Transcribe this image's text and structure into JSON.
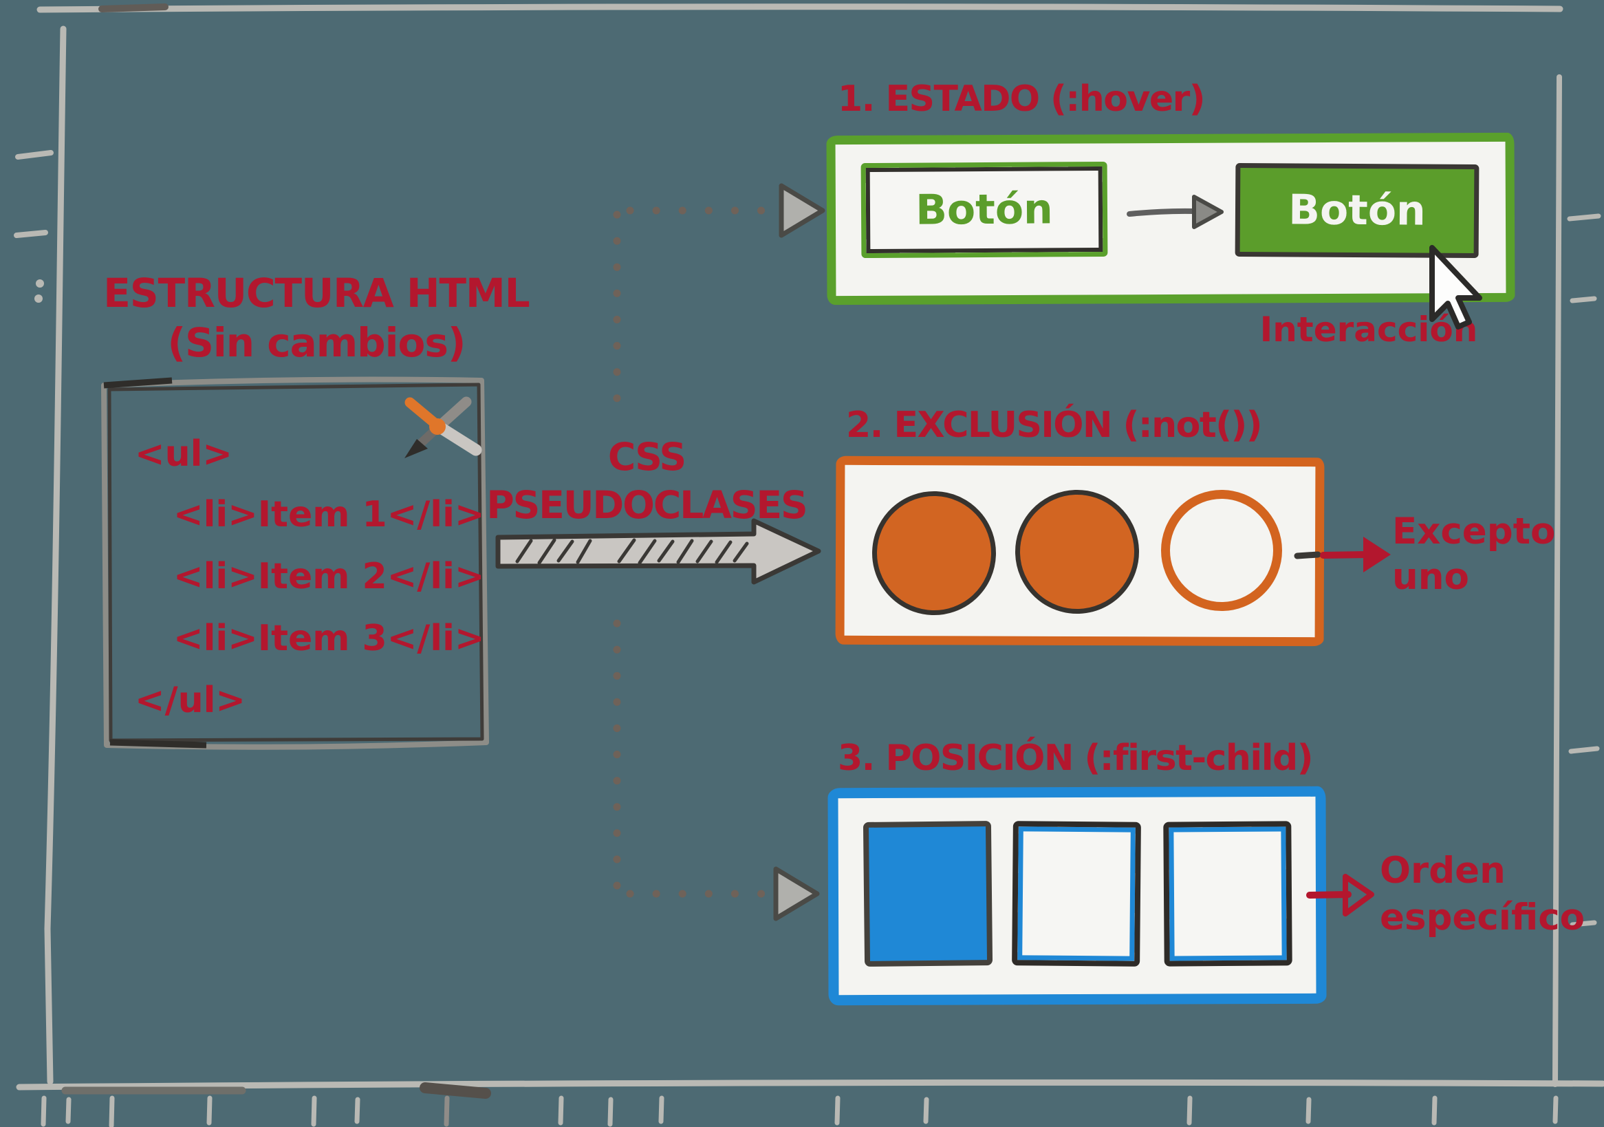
{
  "left_panel": {
    "title": "ESTRUCTURA HTML",
    "subtitle": "(Sin cambios)",
    "code_lines": [
      "<ul>",
      "<li>Item 1</li>",
      "<li>Item 2</li>",
      "<li>Item 3</li>",
      "</ul>"
    ]
  },
  "connector": {
    "label_line1": "CSS",
    "label_line2": "PSEUDOCLASES"
  },
  "sections": {
    "estado": {
      "title": "1. ESTADO (:hover)",
      "button_normal_label": "Botón",
      "button_hover_label": "Botón",
      "caption": "Interacción"
    },
    "exclusion": {
      "title": "2. EXCLUSIÓN (:not())",
      "caption_line1": "Excepto",
      "caption_line2": "uno"
    },
    "posicion": {
      "title": "3. POSICIÓN (:first-child)",
      "caption_line1": "Orden",
      "caption_line2": "específico"
    }
  },
  "icons": {
    "pencil": "crossed-pen-and-pencil-icon",
    "cursor": "mouse-pointer-icon",
    "arrows": [
      "dotted-branch-arrow-top",
      "hatched-main-arrow",
      "dotted-branch-arrow-bottom",
      "button-transition-arrow",
      "except-one-arrow",
      "specific-order-arrow"
    ]
  },
  "colors": {
    "background": "#4d6a73",
    "accent_red": "#b3172e",
    "green": "#5b9d2b",
    "green_border": "#5aa02c",
    "orange": "#d26522",
    "orange_border": "#d3641f",
    "blue": "#1f88d6",
    "panel_white": "#f4f4f1",
    "ink_dark": "#333330",
    "sketch_gray": "#b9b9b4",
    "dot_gray": "#6f6259"
  }
}
